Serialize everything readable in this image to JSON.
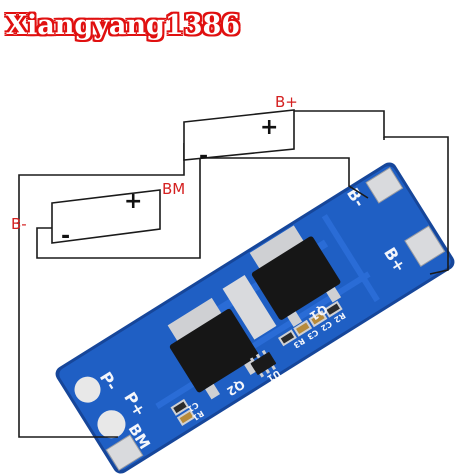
{
  "watermark": "Xiangyang1386",
  "wiring": {
    "b_plus": "B+",
    "bm": "BM",
    "b_minus": "B-",
    "cell_top_minus": "-",
    "cell_top_plus": "+",
    "cell_bottom_minus": "-",
    "cell_bottom_plus": "+"
  },
  "board": {
    "silk_p_minus": "P-",
    "silk_p_plus": "P+",
    "silk_bm": "BM",
    "silk_b_minus": "B-",
    "silk_b_plus": "B+",
    "q1": "Q1",
    "q2": "Q2",
    "u1": "U1",
    "r1": "R1",
    "c1": "C1",
    "r2": "R2",
    "c2": "C2",
    "c3": "C3",
    "r3": "R3"
  },
  "colors": {
    "wire": "#1a1a1a",
    "label_red": "#d42020",
    "pcb_blue": "#1f5fc4",
    "pcb_edge": "#16469a",
    "pad_silver": "#d9dadd",
    "mosfet_black": "#161616",
    "watermark_red": "#e01010"
  }
}
